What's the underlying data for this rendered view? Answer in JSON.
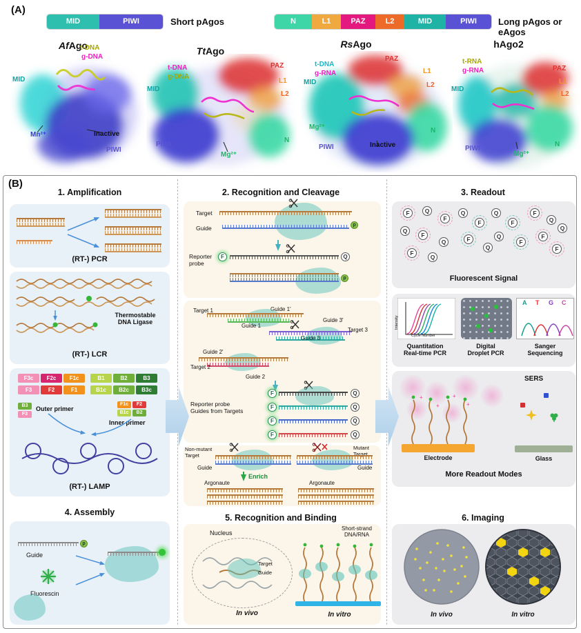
{
  "panel_a": {
    "label": "(A)",
    "short_legend": {
      "caption": "Short pAgos",
      "domains": [
        {
          "label": "MID",
          "color": "#2fbfae"
        },
        {
          "label": "PIWI",
          "color": "#5a52d5"
        }
      ]
    },
    "long_legend": {
      "caption": "Long pAgos or eAgos",
      "domains": [
        {
          "label": "N",
          "color": "#3fd6a7"
        },
        {
          "label": "L1",
          "color": "#f0a93f"
        },
        {
          "label": "PAZ",
          "color": "#e3197f"
        },
        {
          "label": "L2",
          "color": "#ee6a28"
        },
        {
          "label": "MID",
          "color": "#1fb3a6"
        },
        {
          "label": "PIWI",
          "color": "#5a52d5"
        }
      ]
    },
    "structures": [
      {
        "name_italic": "Af",
        "name_plain": "Ago",
        "labels": {
          "strand1": "t-DNA",
          "strand2": "g-DNA",
          "mid": "MID",
          "metal": "Mn²⁺",
          "inactive": "Inactive",
          "piwi": "PIWI"
        }
      },
      {
        "name_italic": "Tt",
        "name_plain": "Ago",
        "labels": {
          "strand1": "t-DNA",
          "strand2": "g-DNA",
          "mid": "MID",
          "paz": "PAZ",
          "l1": "L1",
          "l2": "L2",
          "piwi": "PIWI",
          "metal": "Mg²⁺",
          "n": "N"
        }
      },
      {
        "name_italic": "Rs",
        "name_plain": "Ago",
        "labels": {
          "strand1": "t-DNA",
          "strand2": "g-RNA",
          "mid": "MID",
          "paz": "PAZ",
          "l1": "L1",
          "l2": "L2",
          "metal": "Mg²⁺",
          "piwi": "PIWI",
          "inactive": "Inactive",
          "n": "N"
        }
      },
      {
        "name_italic": "",
        "name_plain": "hAgo2",
        "labels": {
          "strand1": "t-RNA",
          "strand2": "g-RNA",
          "mid": "MID",
          "paz": "PAZ",
          "l1": "L1",
          "l2": "L2",
          "piwi": "PIWI",
          "metal": "Mg²⁺",
          "n": "N"
        }
      }
    ]
  },
  "panel_b": {
    "label": "(B)",
    "amplification": {
      "title": "1. Amplification",
      "pcr_caption": "(RT-) PCR",
      "ligase_label": "Thermostable\nDNA Ligase",
      "lcr_caption": "(RT-) LCR",
      "lamp": {
        "top_primers": [
          {
            "label": "F3c",
            "color": "#f291b5"
          },
          {
            "label": "F2c",
            "color": "#d6246e"
          },
          {
            "label": "F1c",
            "color": "#f2921d"
          },
          {
            "label": "B1",
            "color": "#b8d44a"
          },
          {
            "label": "B2",
            "color": "#6fae3a"
          },
          {
            "label": "B3",
            "color": "#2f7d33"
          }
        ],
        "bottom_primers": [
          {
            "label": "F3",
            "color": "#f291b5"
          },
          {
            "label": "F2",
            "color": "#e03a3a"
          },
          {
            "label": "F1",
            "color": "#f2921d"
          },
          {
            "label": "B1c",
            "color": "#b8d44a"
          },
          {
            "label": "B2c",
            "color": "#6fae3a"
          },
          {
            "label": "B3c",
            "color": "#2f7d33"
          }
        ],
        "outer_label": "Outer primer",
        "inner_label": "Inner primer",
        "outer_blocks": [
          {
            "label": "B3",
            "color": "#6fae3a"
          },
          {
            "label": "F3",
            "color": "#f291b5"
          }
        ],
        "inner_blocks_top": [
          {
            "label": "F1c",
            "color": "#f2921d"
          },
          {
            "label": "F2",
            "color": "#e03a3a"
          }
        ],
        "inner_blocks_bottom": [
          {
            "label": "B1c",
            "color": "#b8d44a"
          },
          {
            "label": "B2",
            "color": "#6fae3a"
          }
        ],
        "caption": "(RT-) LAMP"
      }
    },
    "recognition_cleavage": {
      "title": "2. Recognition and Cleavage",
      "target_label": "Target",
      "guide_label": "Guide",
      "reporter_label": "Reporter probe",
      "f": "F",
      "q": "Q",
      "p": "p",
      "multiplex": {
        "target1": "Target 1",
        "guide1p": "Guide 1'",
        "guide1": "Guide 1",
        "guide3p": "Guide 3'",
        "guide3": "Guide 3",
        "target3": "Target 3",
        "guide2p": "Guide 2'",
        "target2": "Target 2",
        "guide2": "Guide 2",
        "reporter_caption": "Reporter probe\nGuides from Targets"
      },
      "discrimination": {
        "nonmutant": "Non-mutant\nTarget",
        "mutant": "Mutant\nTarget",
        "guide": "Guide",
        "enrich": "Enrich",
        "argonaute": "Argonaute"
      }
    },
    "readout": {
      "title": "3. Readout",
      "fluor_caption": "Fluorescent Signal",
      "f": "F",
      "q": "Q",
      "qpcr": {
        "ylabel": "Intensity",
        "xlabel": "Cycle Number",
        "caption": "Quantitation\nReal-time PCR"
      },
      "ddpcr_caption": "Digital\nDroplet PCR",
      "sanger": {
        "bases": [
          {
            "label": "A",
            "color": "#129e8c"
          },
          {
            "label": "T",
            "color": "#e03030"
          },
          {
            "label": "G",
            "color": "#8040c0"
          },
          {
            "label": "C",
            "color": "#d040a0"
          }
        ],
        "caption": "Sanger\nSequencing"
      },
      "sers_label": "SERS",
      "electrode_label": "Electrode",
      "glass_label": "Glass",
      "more_caption": "More Readout Modes"
    },
    "assembly": {
      "title": "4. Assembly",
      "guide_label": "Guide",
      "fluorescin_label": "Fluorescin"
    },
    "binding": {
      "title": "5. Recognition and Binding",
      "nucleus_label": "Nucleus",
      "target_label": "Target",
      "guide_label": "Guide",
      "in_vivo": "In vivo",
      "short_strand_label": "Short-strand\nDNA/RNA",
      "in_vitro": "In vitro"
    },
    "imaging": {
      "title": "6. Imaging",
      "in_vivo": "In vivo",
      "in_vitro": "In vitro"
    }
  }
}
